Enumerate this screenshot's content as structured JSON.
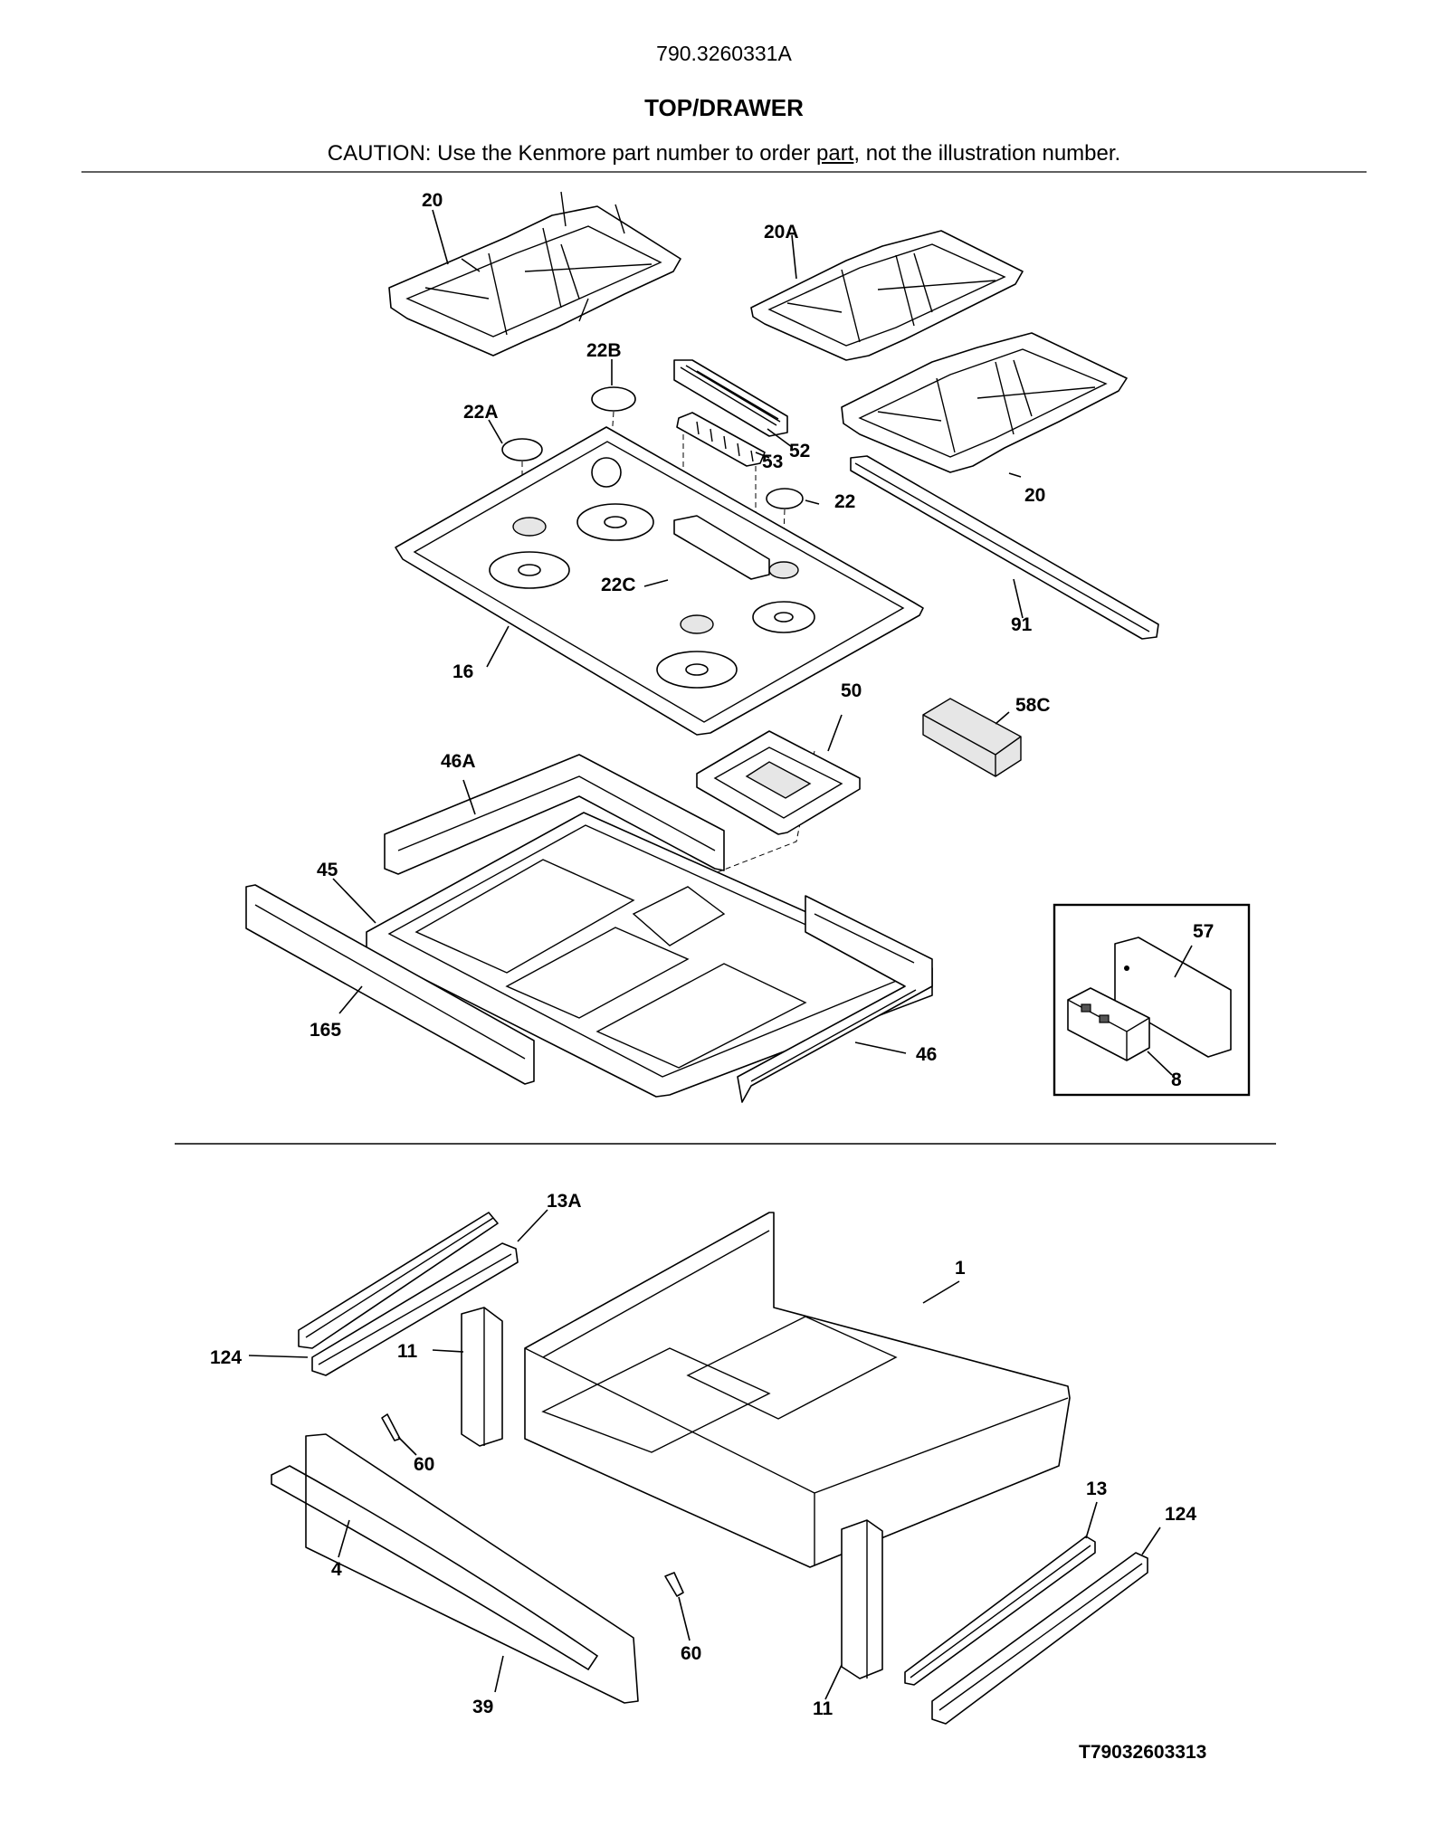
{
  "header": {
    "model_number": "790.3260331A",
    "section_title": "TOP/DRAWER",
    "caution_prefix": "CAUTION: Use the Kenmore part number to order ",
    "caution_link": "part",
    "caution_suffix": ", not the illustration number."
  },
  "callouts": {
    "grate_left": "20",
    "grate_center": "20A",
    "grate_right": "20",
    "cap_22b": "22B",
    "cap_22a": "22A",
    "cap_22": "22",
    "cap_22c": "22C",
    "vent_trim": "52",
    "vent_insert": "53",
    "cooktop": "16",
    "rear_trim": "91",
    "bowl": "50",
    "block": "58C",
    "bracket_left": "46A",
    "bracket_rear": "45",
    "bracket_front": "165",
    "bracket_right": "46",
    "inset_panel": "57",
    "inset_switch": "8",
    "rail_left": "13A",
    "drawer": "1",
    "slide_left": "124",
    "support_left": "11",
    "screw_left": "60",
    "drawer_front": "4",
    "handle": "39",
    "screw_right": "60",
    "support_right": "11",
    "rail_right": "13",
    "slide_right": "124"
  },
  "footer": {
    "drawing_code": "T79032603313"
  }
}
